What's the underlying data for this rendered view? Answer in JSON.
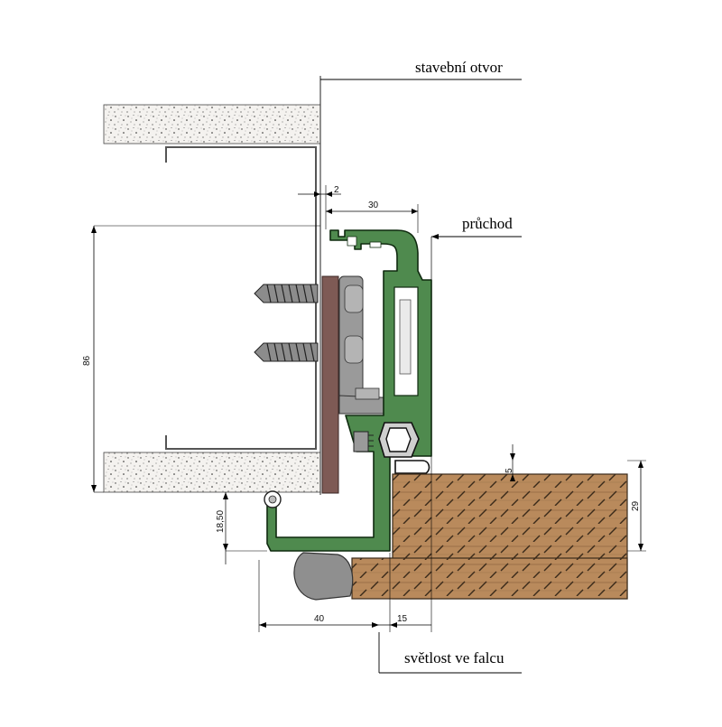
{
  "labels": {
    "building_opening": "stavební otvor",
    "passage": "průchod",
    "rebate_clearance": "světlost ve falcu"
  },
  "dimensions": {
    "gap": "2",
    "frame_depth": "30",
    "wall_height": "86",
    "sill_offset": "18,50",
    "overlap": "40",
    "rebate": "15",
    "leaf_gap": "5",
    "leaf_thickness": "29"
  },
  "colors": {
    "profile_fill": "#4f8a4e",
    "profile_stroke": "#0f2a0f",
    "wood": "#b98a5c",
    "wood_dark": "#7a5532",
    "wall_fill": "#f3f1ee",
    "brown_strip": "#7e5a55",
    "gray_parts": "#9a9a9a"
  }
}
